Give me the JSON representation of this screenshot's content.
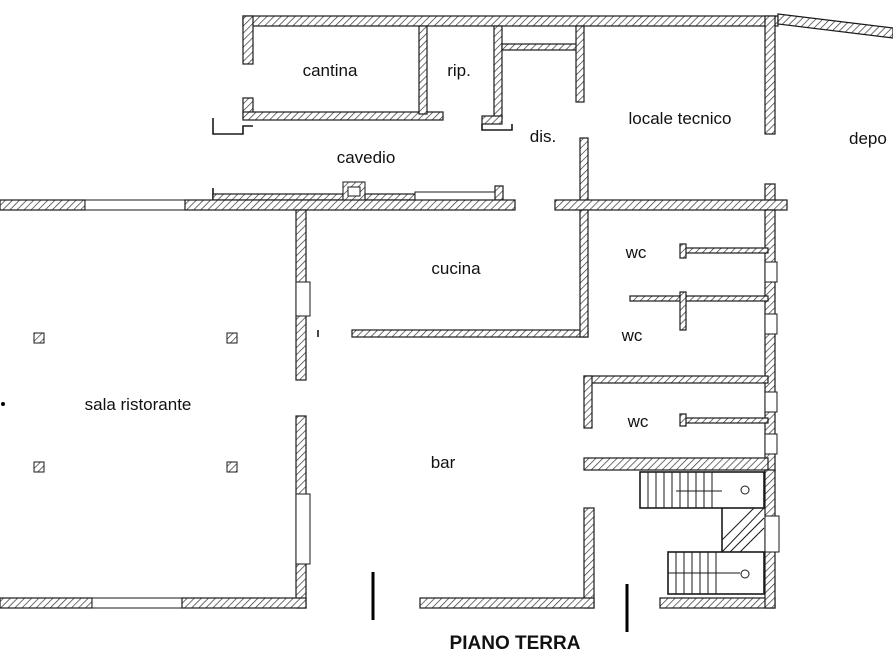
{
  "plan": {
    "title": "PIANO TERRA",
    "rooms": {
      "cantina": "cantina",
      "rip": "rip.",
      "dis": "dis.",
      "locale_tecnico": "locale tecnico",
      "deposito": "depo",
      "cavedio": "cavedio",
      "cucina": "cucina",
      "wc_1": "wc",
      "wc_2": "wc",
      "wc_3": "wc",
      "sala_ristorante": "sala ristorante",
      "bar": "bar"
    }
  }
}
